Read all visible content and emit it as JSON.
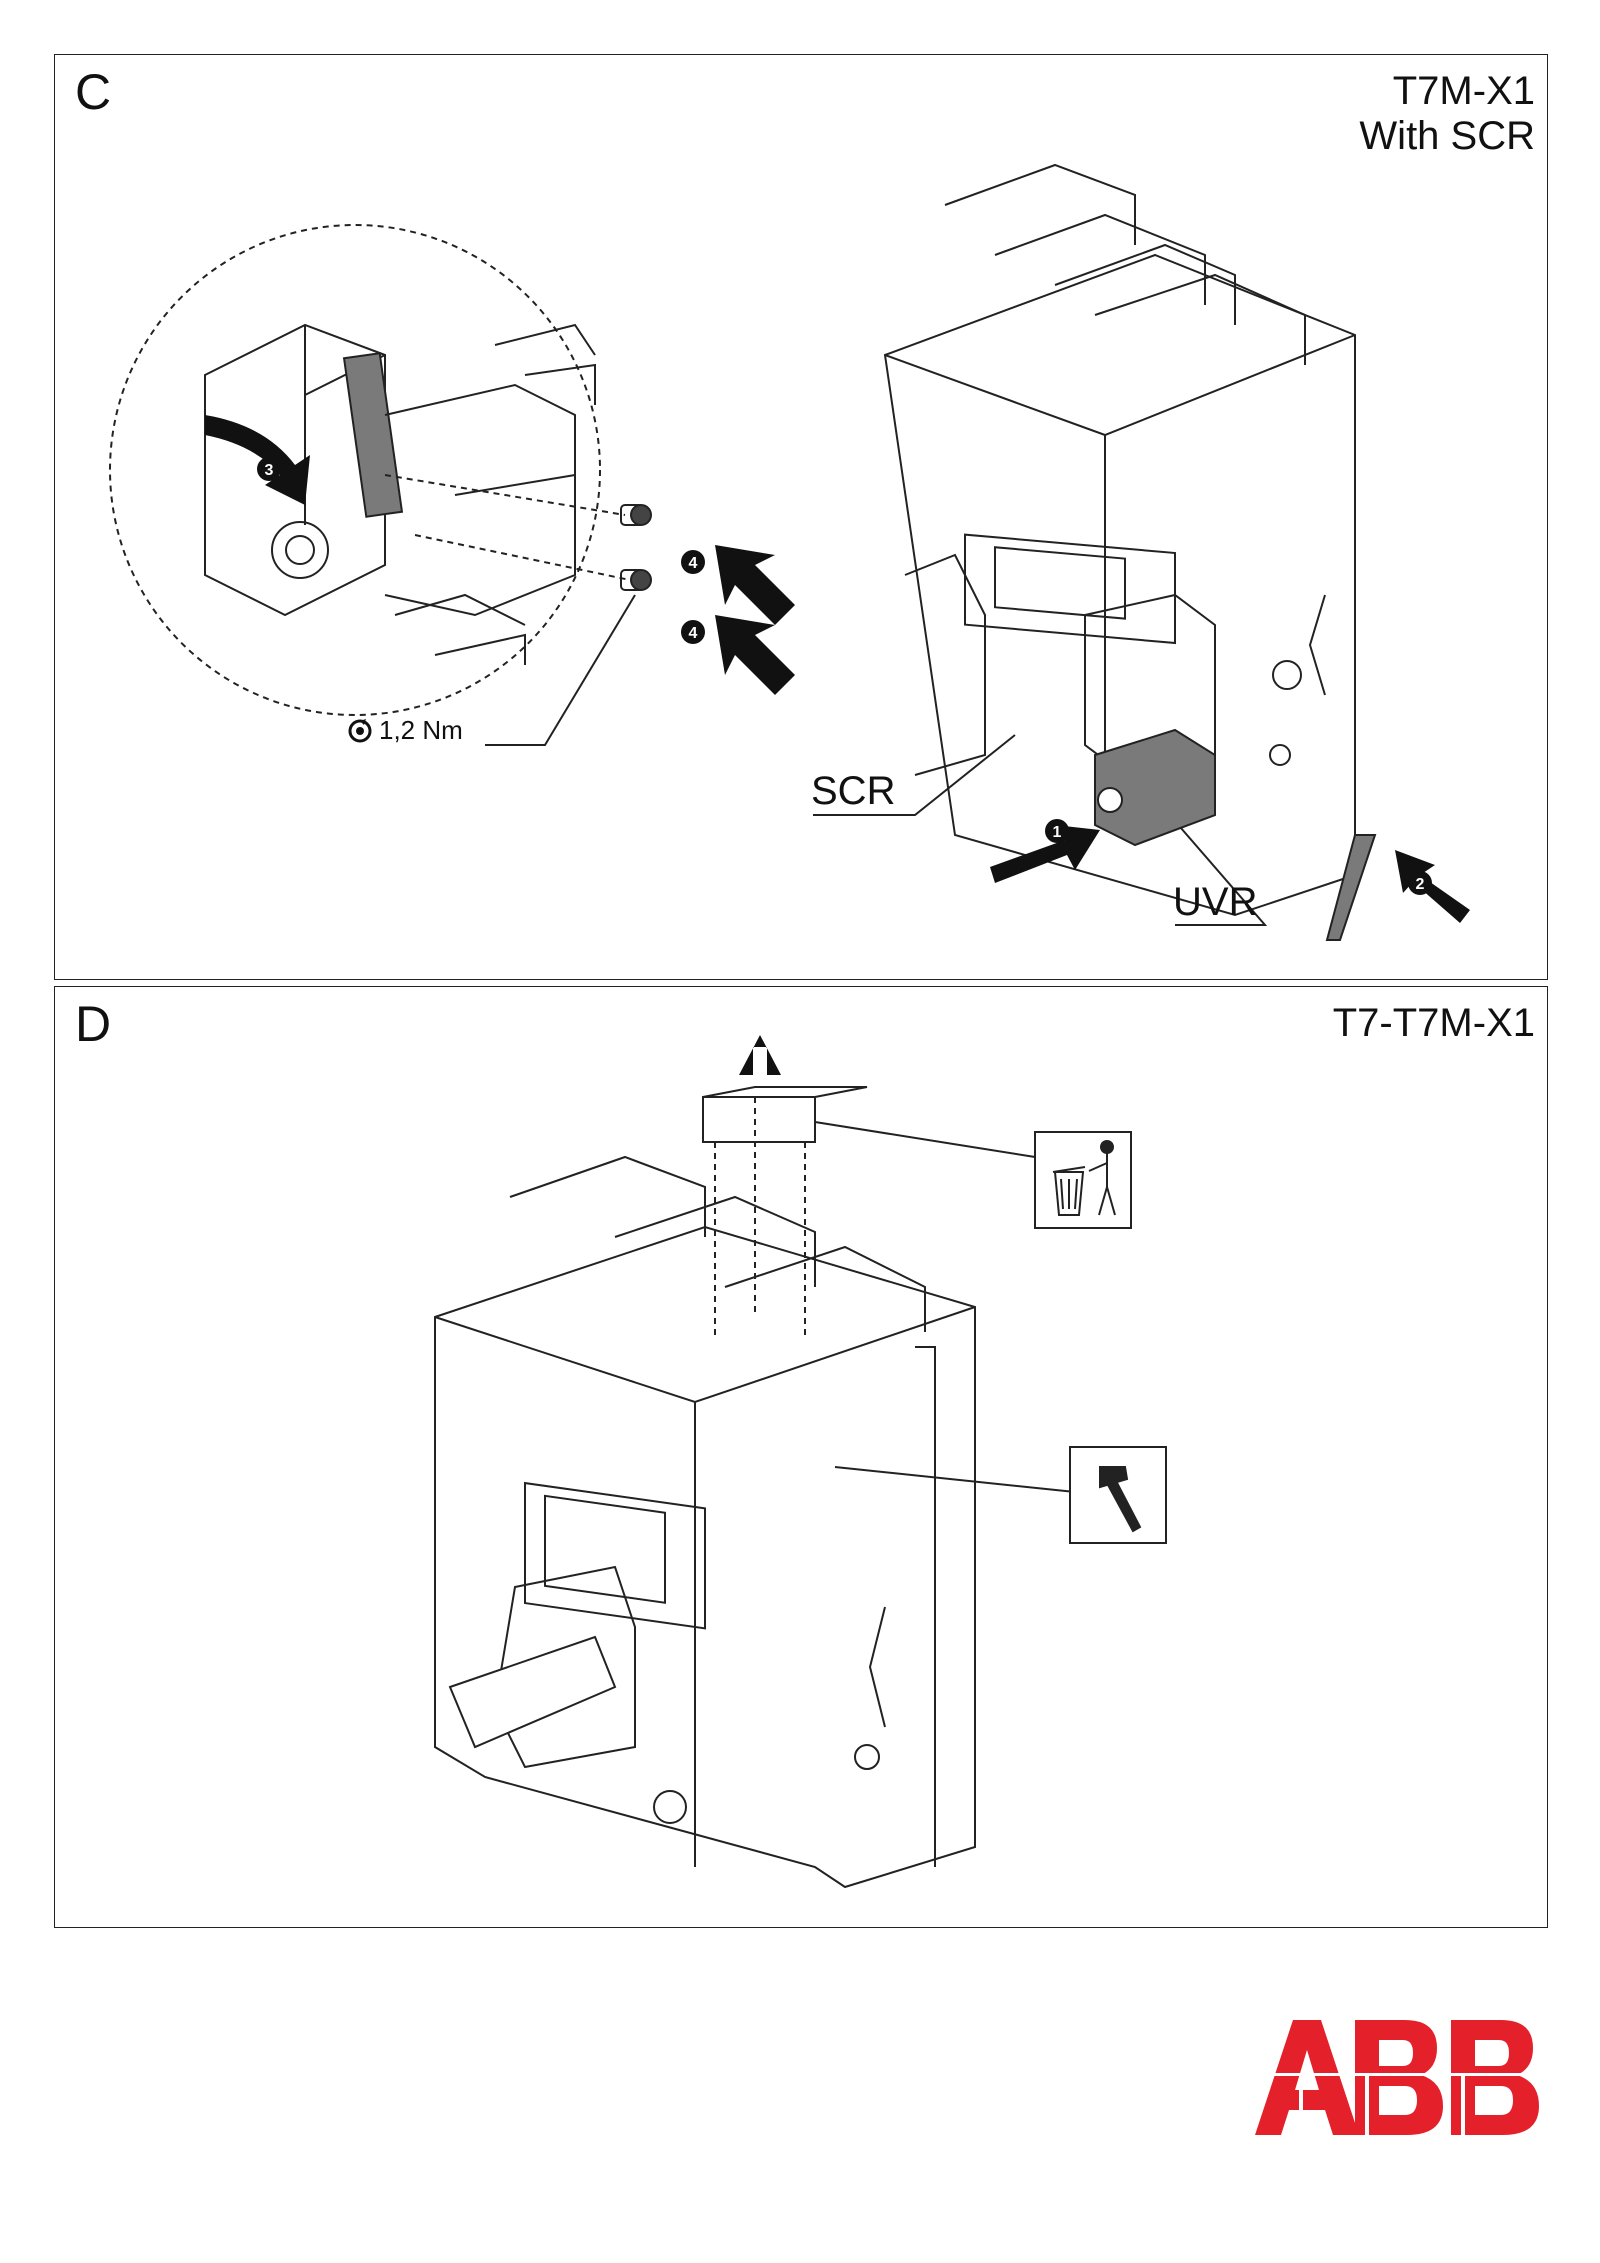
{
  "panel_c": {
    "letter": "C",
    "model_line1": "T7M-X1",
    "model_line2": "With SCR",
    "torque": "1,2 Nm",
    "label_scr": "SCR",
    "label_uvr": "UVR",
    "steps": [
      "1",
      "2",
      "3",
      "4",
      "4"
    ]
  },
  "panel_d": {
    "letter": "D",
    "model": "T7-T7M-X1"
  },
  "icons": [
    "torque-icon",
    "trash-bin-icon",
    "hammer-icon",
    "arrow-up-icon"
  ],
  "logo": {
    "text": "ABB",
    "color": "#e4202b"
  },
  "colors": {
    "line": "#222222",
    "part_gray": "#7a7a7a",
    "brand_red": "#e4202b"
  }
}
